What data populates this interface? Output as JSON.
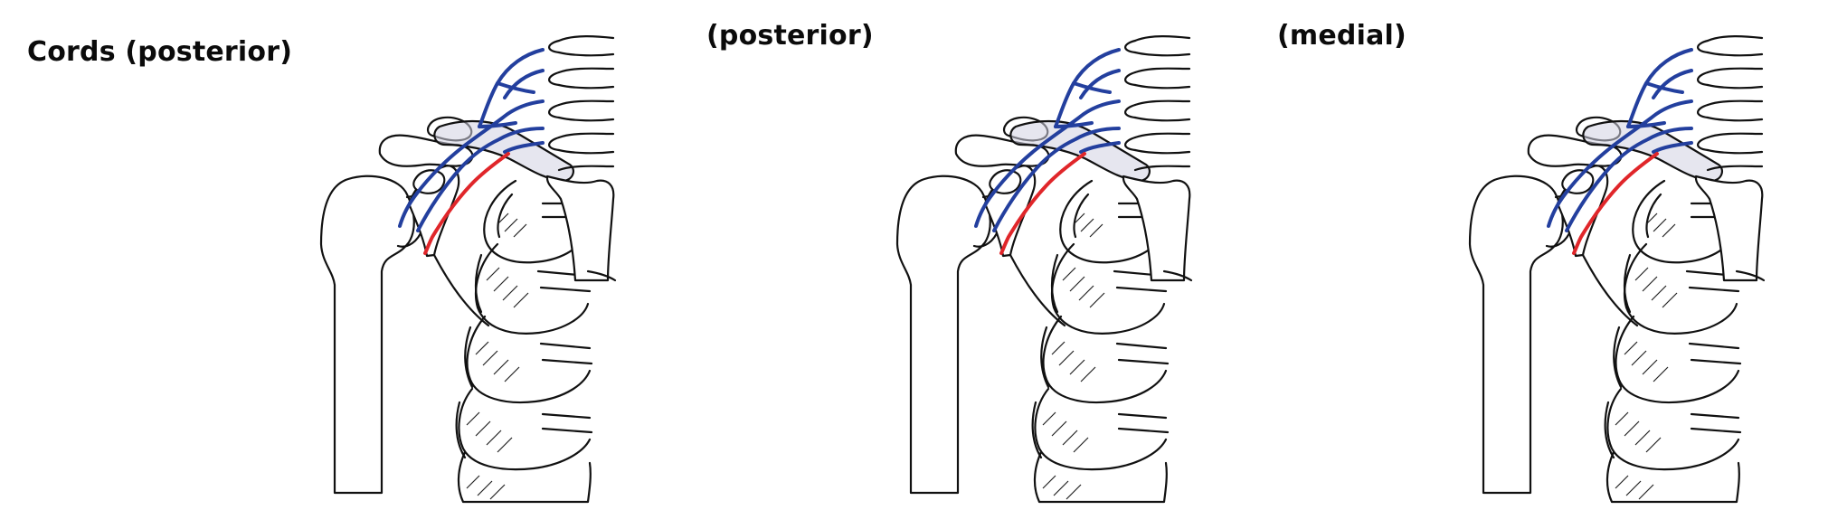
{
  "labels": {
    "main": "Cords (posterior)",
    "panel_1": "(posterior)",
    "panel_2": "(medial)"
  },
  "colors": {
    "blue_nerve": "#233f9e",
    "red_nerve": "#e0262a",
    "bone_outline": "#111111"
  },
  "panels": [
    {
      "highlight": "lateral-to-cord"
    },
    {
      "highlight": "posterior"
    },
    {
      "highlight": "medial"
    }
  ]
}
